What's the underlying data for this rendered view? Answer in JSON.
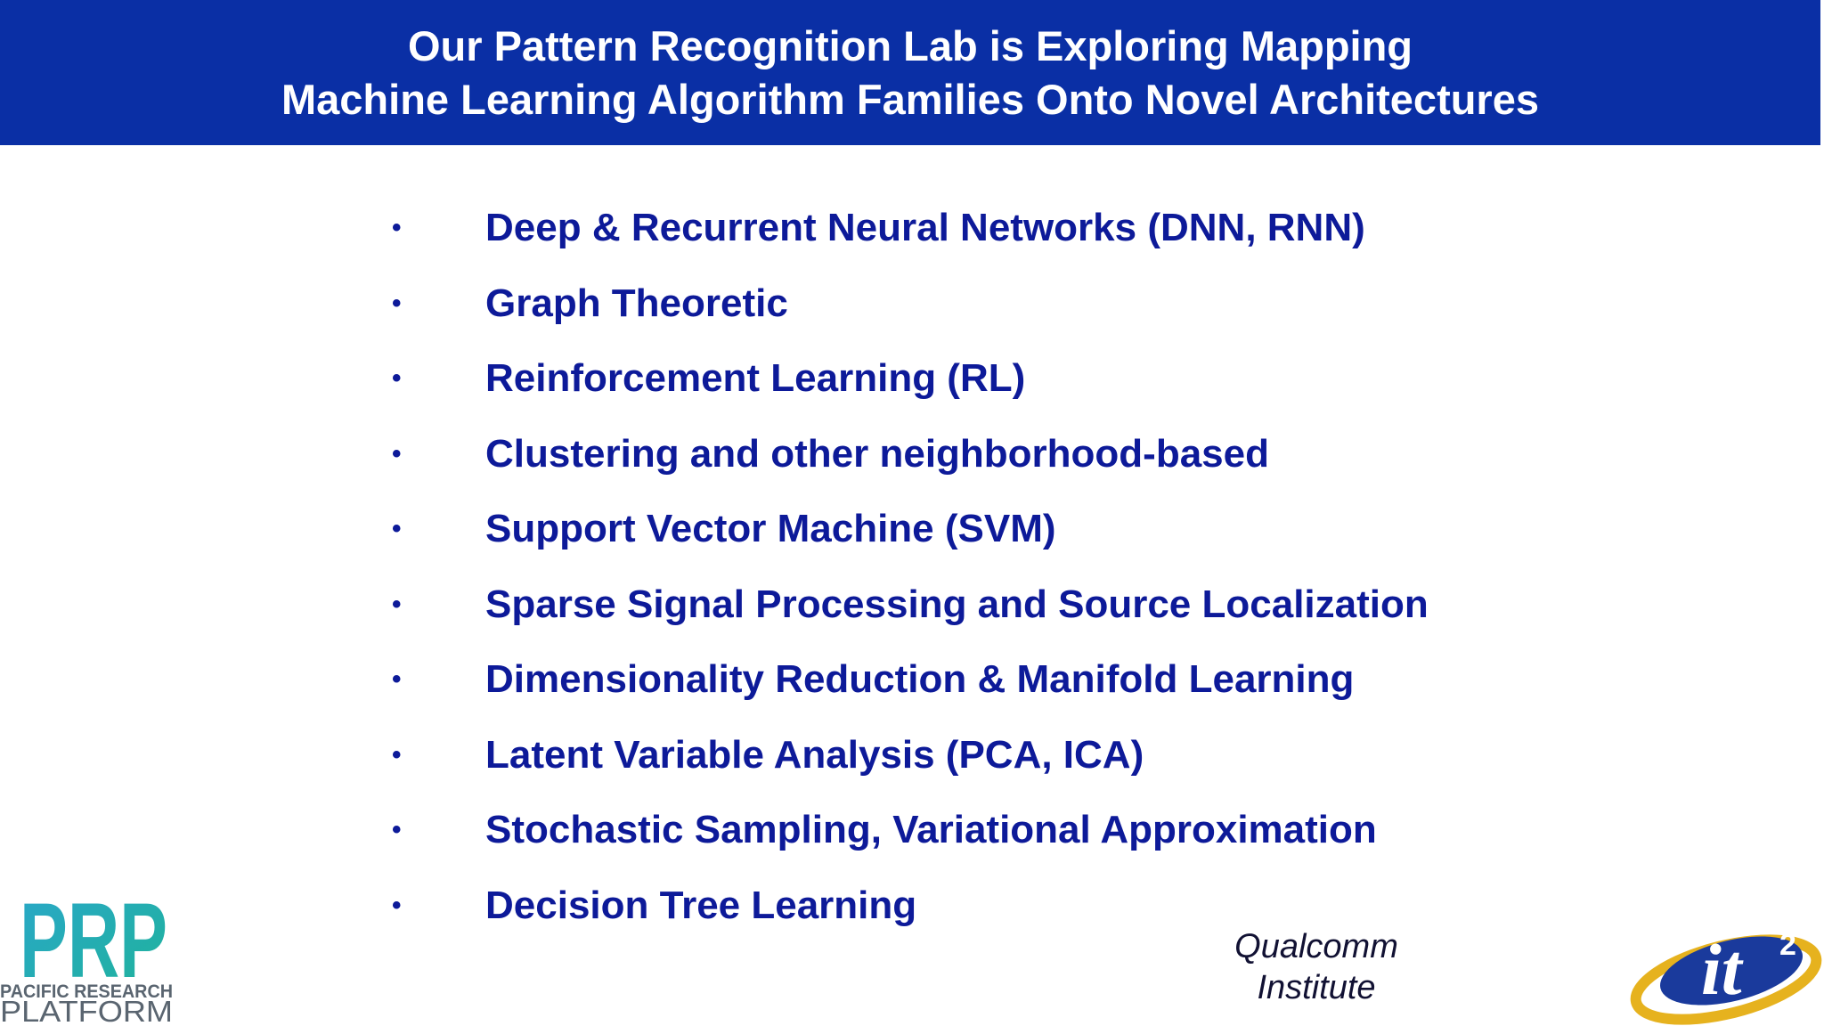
{
  "title": {
    "line1": "Our Pattern Recognition Lab is Exploring Mapping",
    "line2": "Machine Learning Algorithm Families Onto Novel Architectures"
  },
  "bullet_symbol": "•",
  "bullets": [
    "Deep & Recurrent Neural Networks (DNN, RNN)",
    "Graph Theoretic",
    "Reinforcement Learning (RL)",
    "Clustering and other neighborhood-based",
    "Support Vector Machine (SVM)",
    "Sparse Signal Processing and Source Localization",
    "Dimensionality Reduction & Manifold Learning",
    "Latent Variable Analysis (PCA, ICA)",
    "Stochastic Sampling, Variational Approximation",
    "Decision Tree Learning"
  ],
  "footer": {
    "institute_line1": "Qualcomm",
    "institute_line2": "Institute"
  },
  "logos": {
    "prp": {
      "letters": "PRP",
      "line1": "PACIFIC RESEARCH",
      "line2": "PLATFORM"
    },
    "it2": {
      "text": "it",
      "superscript": "2"
    }
  },
  "colors": {
    "title_bar": "#0a2fa5",
    "title_text": "#ffffff",
    "bullet_text": "#0d1a99",
    "prp_gradient_start": "#2aa7c9",
    "prp_gradient_end": "#1fb39a",
    "it2_blue": "#1a3a9c",
    "it2_gold": "#e6b21e"
  }
}
